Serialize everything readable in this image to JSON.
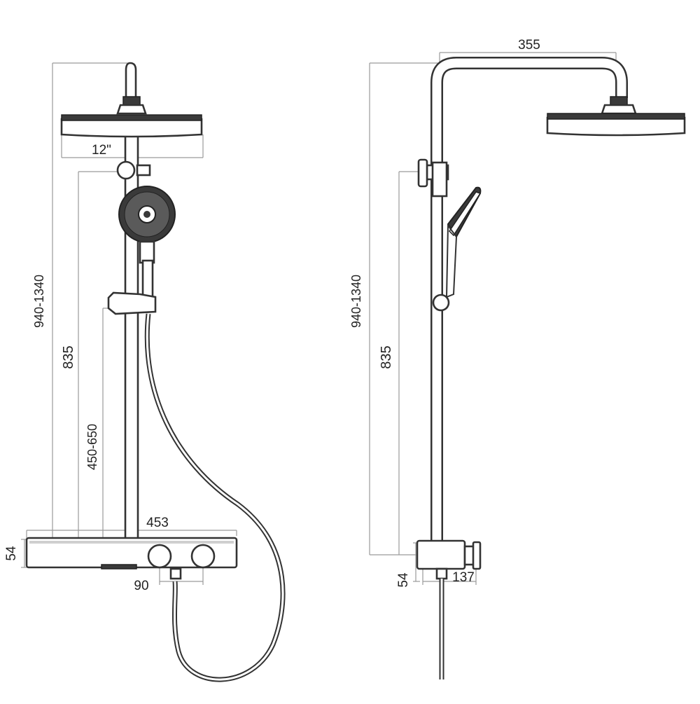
{
  "front_view": {
    "head_width_label": "12\"",
    "total_height_label": "940-1340",
    "bar_height_label": "835",
    "holder_range_label": "450-650",
    "panel_width_label": "453",
    "panel_height_label": "54",
    "outlet_spacing_label": "90"
  },
  "side_view": {
    "arm_length_label": "355",
    "total_height_label": "940-1340",
    "bar_height_label": "835",
    "panel_height_label": "54",
    "depth_label": "137"
  }
}
